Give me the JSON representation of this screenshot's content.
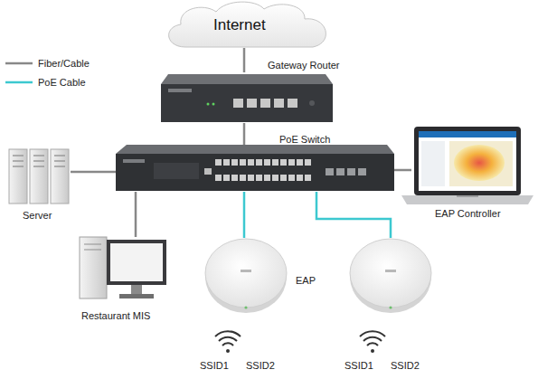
{
  "diagram": {
    "nodes": [
      {
        "text": [
          "Internet"
        ]
      },
      {
        "text": [
          "Gateway Router"
        ]
      },
      {
        "text": [
          "PoE Switch"
        ]
      },
      {
        "text": [
          "Server"
        ]
      },
      {
        "text": [
          "EAP Controller"
        ]
      },
      {
        "text": [
          "Restaurant MIS"
        ]
      },
      {
        "text": [
          "SSID1",
          "SSID2"
        ]
      },
      {
        "text": [
          "SSID1",
          "SSID2"
        ]
      }
    ],
    "edges": [
      {
        "from": 0,
        "to": 1,
        "arrow": "none"
      },
      {
        "from": 1,
        "to": 2,
        "arrow": "none"
      },
      {
        "from": 2,
        "to": 3,
        "arrow": "none"
      },
      {
        "from": 2,
        "to": 4,
        "arrow": "none"
      },
      {
        "from": 2,
        "to": 5,
        "arrow": "none"
      },
      {
        "from": 2,
        "to": 6,
        "arrow": "none"
      },
      {
        "from": 2,
        "to": 7,
        "arrow": "none"
      }
    ],
    "labels": [
      "EAP"
    ],
    "legend": [
      {
        "text": "Fiber/Cable"
      },
      {
        "text": "PoE Cable"
      }
    ]
  }
}
